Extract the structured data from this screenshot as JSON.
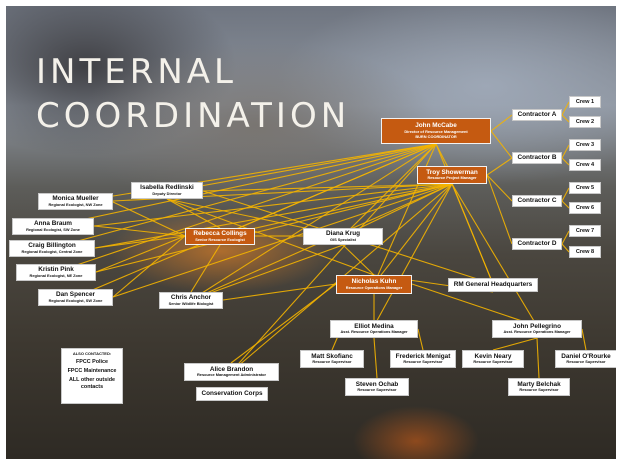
{
  "title": "INTERNAL\nCOORDINATION",
  "colors": {
    "link": "#f4b400",
    "accent_box": "#c55a11",
    "box": "#ffffff"
  },
  "nodes": [
    {
      "id": "mccabe",
      "name": "John McCabe",
      "role": "Director of Resource Management\nBURN COORDINATOR",
      "orange": true
    },
    {
      "id": "showerman",
      "name": "Troy Showerman",
      "role": "Resource Project Manager",
      "orange": true
    },
    {
      "id": "kuhn",
      "name": "Nicholas Kuhn",
      "role": "Resource Operations Manager",
      "orange": true
    },
    {
      "id": "redlinski",
      "name": "Isabella Redlinski",
      "role": "Deputy Director"
    },
    {
      "id": "collings",
      "name": "Rebecca Collings",
      "role": "Senior Resource Ecologist",
      "orange": true
    },
    {
      "id": "krug",
      "name": "Diana Krug",
      "role": "GIS Specialist"
    },
    {
      "id": "mueller",
      "name": "Monica Mueller",
      "role": "Regional Ecologist, NW Zone"
    },
    {
      "id": "braum",
      "name": "Anna Braum",
      "role": "Regional Ecologist, SW Zone"
    },
    {
      "id": "billington",
      "name": "Craig Billington",
      "role": "Regional Ecologist, Central Zone"
    },
    {
      "id": "pink",
      "name": "Kristin Pink",
      "role": "Regional Ecologist, NE Zone"
    },
    {
      "id": "spencer",
      "name": "Dan Spencer",
      "role": "Regional Ecologist, SW Zone"
    },
    {
      "id": "anchor",
      "name": "Chris Anchor",
      "role": "Senior Wildlife Biologist"
    },
    {
      "id": "rmhq",
      "name": "RM General Headquarters",
      "role": ""
    },
    {
      "id": "medina",
      "name": "Elliot Medina",
      "role": "Asst. Resource Operations Manager"
    },
    {
      "id": "pellegrino",
      "name": "John Pellegrino",
      "role": "Asst. Resource Operations Manager"
    },
    {
      "id": "brandon",
      "name": "Alice Brandon",
      "role": "Resource Management Administrator"
    },
    {
      "id": "conservation",
      "name": "Conservation Corps",
      "role": ""
    },
    {
      "id": "skofianc",
      "name": "Matt Skofianc",
      "role": "Resource Supervisor"
    },
    {
      "id": "menigat",
      "name": "Frederick Menigat",
      "role": "Resource Supervisor"
    },
    {
      "id": "ochab",
      "name": "Steven Ochab",
      "role": "Resource Supervisor"
    },
    {
      "id": "neary",
      "name": "Kevin Neary",
      "role": "Resource Supervisor"
    },
    {
      "id": "orourke",
      "name": "Daniel O'Rourke",
      "role": "Resource Supervisor"
    },
    {
      "id": "belchak",
      "name": "Marty Belchak",
      "role": "Resource Supervisor"
    },
    {
      "id": "contA",
      "name": "Contractor A",
      "role": ""
    },
    {
      "id": "contB",
      "name": "Contractor B",
      "role": ""
    },
    {
      "id": "contC",
      "name": "Contractor C",
      "role": ""
    },
    {
      "id": "contD",
      "name": "Contractor D",
      "role": ""
    }
  ],
  "crews": [
    "Crew 1",
    "Crew 2",
    "Crew 3",
    "Crew 4",
    "Crew 5",
    "Crew 6",
    "Crew 7",
    "Crew 8"
  ],
  "also_contacted": {
    "heading": "ALSO CONTACTED:",
    "items": [
      "FPCC Police",
      "FPCC Maintenance",
      "ALL other outside\ncontacts"
    ]
  }
}
